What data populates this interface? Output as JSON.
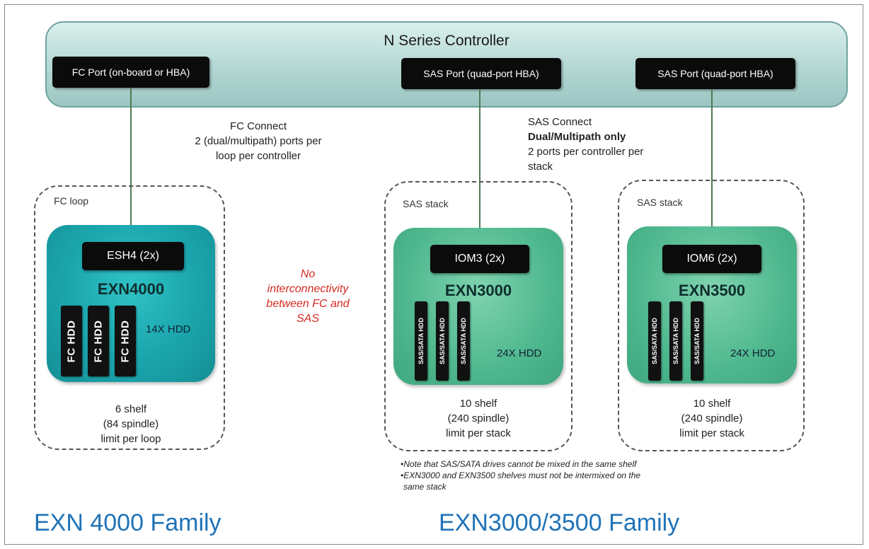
{
  "controller": {
    "title": "N Series Controller",
    "ports": [
      "FC Port (on-board or HBA)",
      "SAS Port (quad-port HBA)",
      "SAS Port (quad-port HBA)"
    ]
  },
  "fc_connect": [
    "FC Connect",
    "2 (dual/multipath) ports per",
    "loop per controller"
  ],
  "sas_connect": {
    "line1": "SAS Connect",
    "line2": "Dual/Multipath  only",
    "line3": "2 ports per controller  per",
    "line4": "stack"
  },
  "groups": [
    {
      "label": "FC loop",
      "module": "ESH4 (2x)",
      "shelf": "EXN4000",
      "drive_label": "FC HDD",
      "hdd_count": "14X HDD",
      "limit": [
        "6 shelf",
        "(84 spindle)",
        "limit per loop"
      ]
    },
    {
      "label": "SAS stack",
      "module": "IOM3  (2x)",
      "shelf": "EXN3000",
      "drive_label": "SAS/SATA HDD",
      "hdd_count": "24X HDD",
      "limit": [
        "10 shelf",
        "(240 spindle)",
        "limit per stack"
      ]
    },
    {
      "label": "SAS stack",
      "module": "IOM6  (2x)",
      "shelf": "EXN3500",
      "drive_label": "SAS/SATA HDD",
      "hdd_count": "24X HDD",
      "limit": [
        "10 shelf",
        "(240 spindle)",
        "limit per stack"
      ]
    }
  ],
  "no_interconnect": [
    "No",
    "interconnectivity",
    "between  FC and",
    "SAS"
  ],
  "footnotes": [
    "•Note that SAS/SATA drives cannot be mixed in the same shelf",
    "•EXN3000 and EXN3500 shelves must not be intermixed on the",
    "same stack"
  ],
  "families": [
    "EXN 4000 Family",
    "EXN3000/3500 Family"
  ],
  "colors": {
    "controller": "#b3d7d3",
    "fc_shelf": "#1aa5ab",
    "sas_shelf": "#4fb88f",
    "family_text": "#1f73b8",
    "warning_text": "#d52b22"
  }
}
